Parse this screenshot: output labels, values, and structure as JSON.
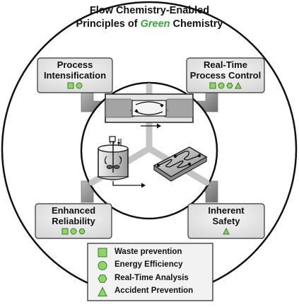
{
  "title": {
    "line1": "Flow Chemistry-Enabled",
    "line2_prefix": "Principles of ",
    "line2_highlight": "Green",
    "line2_suffix": " Chemistry",
    "highlight_color": "#3aa63a"
  },
  "principles": {
    "process_intensification": {
      "line1": "Process",
      "line2": "Intensification",
      "symbols": [
        "square",
        "circle"
      ]
    },
    "real_time_process_control": {
      "line1": "Real-Time",
      "line2": "Process Control",
      "symbols": [
        "square",
        "circle",
        "hexagon",
        "triangle"
      ]
    },
    "enhanced_reliability": {
      "line1": "Enhanced",
      "line2": "Reliability",
      "symbols": [
        "square",
        "circle",
        "hexagon"
      ]
    },
    "inherent_safety": {
      "line1": "Inherent",
      "line2": "Safety",
      "symbols": [
        "triangle"
      ]
    }
  },
  "legend": {
    "items": [
      {
        "symbol": "square",
        "label": "Waste prevention"
      },
      {
        "symbol": "circle",
        "label": "Energy Efficiency"
      },
      {
        "symbol": "hexagon",
        "label": "Real-Time Analysis"
      },
      {
        "symbol": "triangle",
        "label": "Accident Prevention"
      }
    ]
  },
  "colors": {
    "symbol_fill": "#8fd46a",
    "symbol_stroke": "#3c7a28",
    "box_fill": "#e6e6e6",
    "outline": "#222222"
  }
}
